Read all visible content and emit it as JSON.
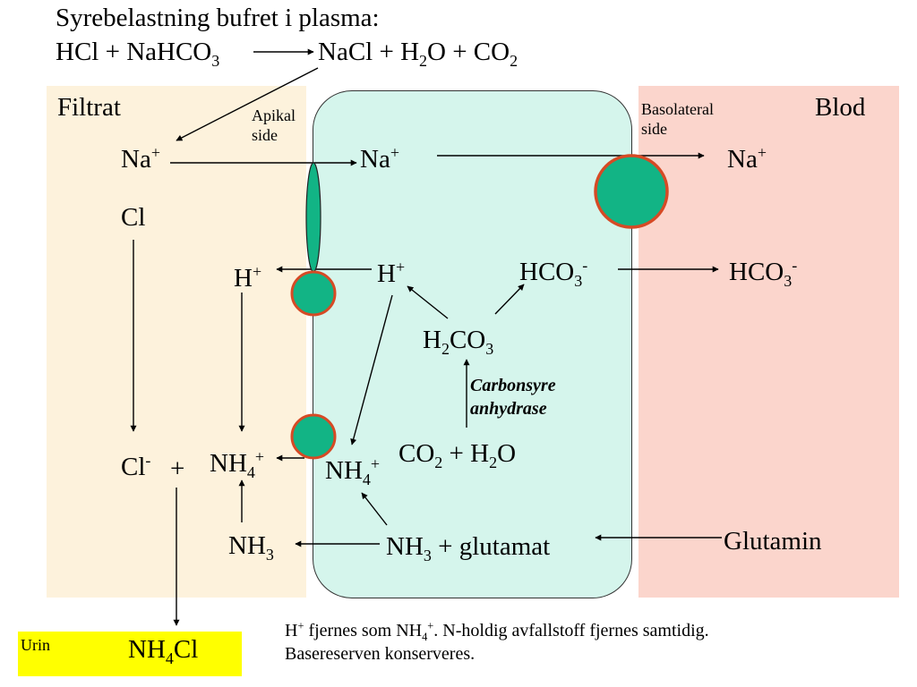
{
  "title": "Syrebelastning bufret i plasma:",
  "equation": {
    "left": [
      "HCl + NaHCO",
      "3"
    ],
    "right": [
      "NaCl + H",
      "2",
      "O + CO",
      "2"
    ]
  },
  "regions": {
    "filtrat": "Filtrat",
    "blod": "Blod",
    "apical": [
      "Apikal",
      "side"
    ],
    "basolateral": [
      "Basolateral",
      "side"
    ]
  },
  "filtrat_side": {
    "na": [
      "Na",
      "+"
    ],
    "cl": "Cl",
    "h": [
      "H",
      "+"
    ],
    "cl_minus": [
      "Cl",
      "-"
    ],
    "plus": "+",
    "nh4": [
      "NH",
      "4",
      "+"
    ],
    "nh3": [
      "NH",
      "3"
    ]
  },
  "cell": {
    "na": [
      "Na",
      "+"
    ],
    "h": [
      "H",
      "+"
    ],
    "hco3": [
      "HCO",
      "3",
      "-"
    ],
    "h2co3": [
      "H",
      "2",
      "CO",
      "3"
    ],
    "enzyme": [
      "Carbonsyre",
      "anhydrase"
    ],
    "co2_h2o": [
      "CO",
      "2",
      " + H",
      "2",
      "O"
    ],
    "nh4": [
      "NH",
      "4",
      "+"
    ],
    "nh3_glutamat": [
      "NH",
      "3",
      " + glutamat"
    ]
  },
  "blod_side": {
    "na": [
      "Na",
      "+"
    ],
    "hco3": [
      "HCO",
      "3",
      "-"
    ],
    "glutamin": "Glutamin"
  },
  "urin": {
    "label": "Urin",
    "product": [
      "NH",
      "4",
      "Cl"
    ]
  },
  "note": {
    "line1_parts": [
      "H",
      "+",
      " fjernes som NH",
      "4",
      "+",
      ". N-holdig avfallstoff fjernes samtidig."
    ],
    "line2": "Basereserven konserveres."
  },
  "colors": {
    "filtrat_bg": "#fdf2dc",
    "blod_bg": "#fbd5cc",
    "cell_bg": "#d5f5ec",
    "transporter_fill": "#12b485",
    "transporter_stroke": "#d64a25",
    "urin_bg": "#ffff00"
  }
}
